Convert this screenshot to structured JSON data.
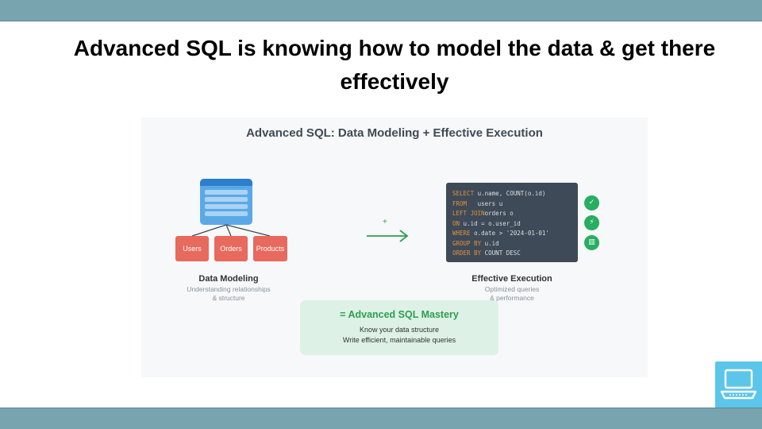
{
  "slide": {
    "title": "Advanced SQL is knowing how to model the data & get there effectively"
  },
  "figure": {
    "title": "Advanced SQL: Data Modeling + Effective Execution",
    "modeling": {
      "icon": "database-table-icon",
      "entities": [
        "Users",
        "Orders",
        "Products"
      ],
      "caption_title": "Data Modeling",
      "caption_lines": [
        "Understanding relationships",
        "& structure"
      ]
    },
    "connector": {
      "plus": "+",
      "icon": "arrow-right-icon"
    },
    "execution": {
      "code_lines": [
        {
          "kw": "SELECT ",
          "rest": "u.name, COUNT(o.id)"
        },
        {
          "kw": "FROM ",
          "rest": "  users u"
        },
        {
          "kw": "LEFT JOIN",
          "rest": "orders o"
        },
        {
          "kw": "ON ",
          "rest": "u.id = o.user_id"
        },
        {
          "kw": "WHERE ",
          "rest": "o.date > '2024-01-01'"
        },
        {
          "kw": "GROUP BY ",
          "rest": "u.id"
        },
        {
          "kw": "ORDER BY ",
          "rest": "COUNT DESC"
        }
      ],
      "badges": [
        {
          "icon": "checkmark-icon",
          "glyph": "✓"
        },
        {
          "icon": "lightning-icon",
          "glyph": "⚡"
        },
        {
          "icon": "bar-chart-icon",
          "glyph": "▥"
        }
      ],
      "caption_title": "Effective Execution",
      "caption_lines": [
        "Optimized queries",
        "& performance"
      ]
    },
    "result": {
      "title": "= Advanced SQL Mastery",
      "lines": [
        "Know your data structure",
        "Write efficient, maintainable queries"
      ]
    }
  },
  "nav": {
    "icon": "laptop-icon"
  },
  "colors": {
    "bar": "#77a4ae",
    "entity": "#e8695d",
    "database": "#5aa9e6",
    "accent_green": "#2e9e4f",
    "code_bg": "#3e4a58",
    "code_keyword": "#e0913a",
    "nav_button": "#5bc6ea"
  }
}
